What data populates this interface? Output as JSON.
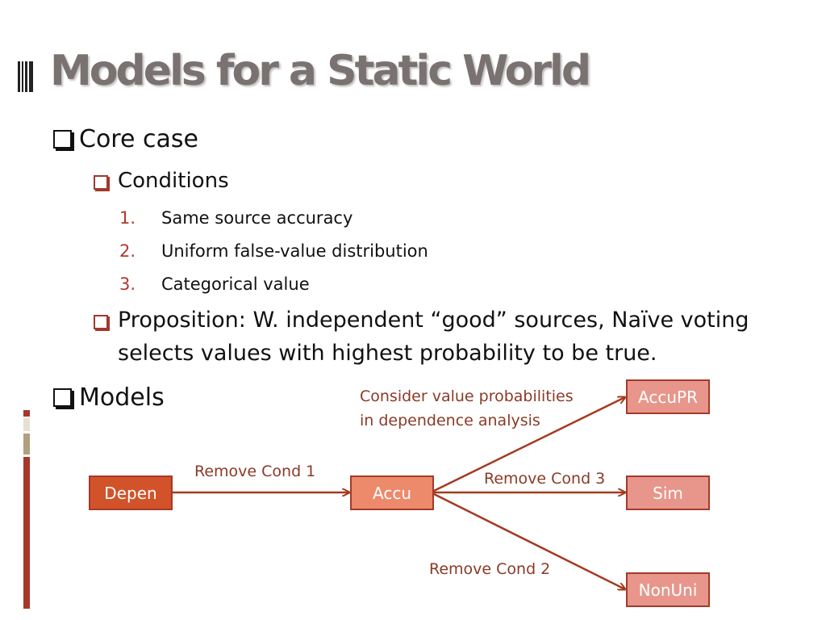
{
  "title": "Models for a Static World",
  "core_case": {
    "heading": "Core case",
    "conditions_heading": "Conditions",
    "conditions": [
      {
        "num": "1.",
        "text": "Same source accuracy"
      },
      {
        "num": "2.",
        "text": "Uniform false-value distribution"
      },
      {
        "num": "3.",
        "text": "Categorical value"
      }
    ],
    "proposition_line1": "Proposition: W. independent “good” sources, Naïve voting",
    "proposition_line2": "selects values with highest probability to be true."
  },
  "models": {
    "heading": "Models",
    "nodes": {
      "depen": "Depen",
      "accu": "Accu",
      "accupr": "AccuPR",
      "sim": "Sim",
      "nonuni": "NonUni"
    },
    "labels": {
      "remove_cond_1": "Remove Cond 1",
      "remove_cond_3": "Remove Cond 3",
      "remove_cond_2": "Remove Cond 2",
      "consider_line1": "Consider value probabilities",
      "consider_line2": "in dependence analysis"
    }
  },
  "colors": {
    "accent": "#a0392d",
    "title": "#7a7271",
    "arrow": "#a43a1f",
    "node_dark": "#d2532a",
    "node_mid": "#ec8a6b",
    "node_light": "#e8968b",
    "label": "#8b3a26"
  }
}
